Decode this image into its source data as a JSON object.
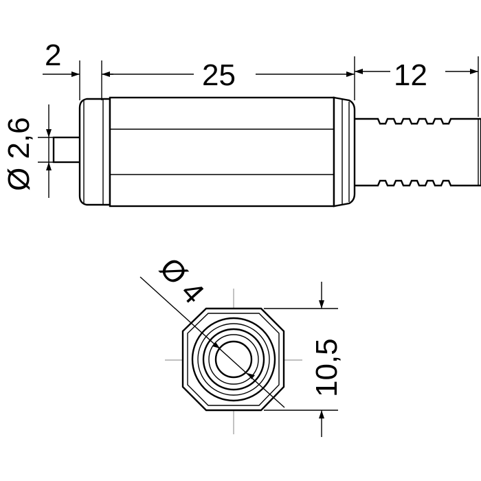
{
  "dimensions": {
    "collar_length": "2",
    "body_length": "25",
    "tail_length": "12",
    "pin_diameter": "Ø 2,6",
    "outer_diameter": "Ø 4",
    "across_flats": "10,5"
  },
  "colors": {
    "line": "#000000",
    "centerline": "#999999",
    "background": "#ffffff"
  }
}
